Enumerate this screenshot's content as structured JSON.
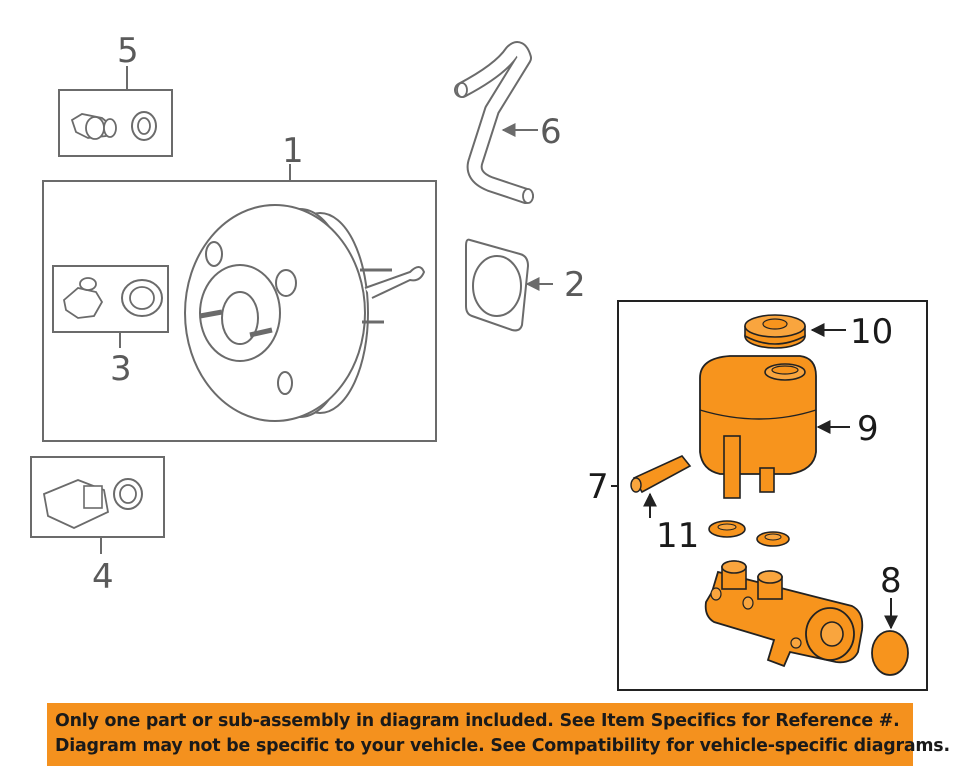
{
  "callouts": {
    "c1": "1",
    "c2": "2",
    "c3": "3",
    "c4": "4",
    "c5": "5",
    "c6": "6",
    "c7": "7",
    "c8": "8",
    "c9": "9",
    "c10": "10",
    "c11": "11"
  },
  "banner": {
    "line1": "Only one part or sub-assembly in diagram included. See Item Specifics for Reference #.",
    "line2": "Diagram may not be specific to your vehicle. See Compatibility for vehicle-specific diagrams."
  },
  "colors": {
    "highlight": "#f7941d",
    "line": "#6b6b6b",
    "banner": "#f4911e"
  }
}
